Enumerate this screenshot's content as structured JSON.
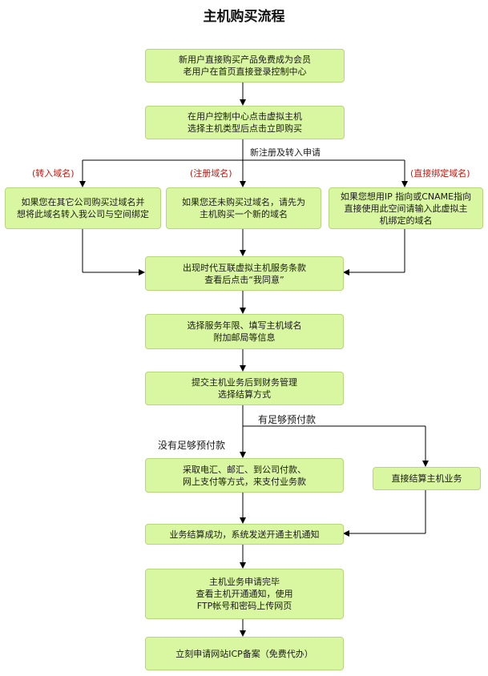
{
  "title": "主机购买流程",
  "steps": {
    "s1": "新用户直接购买产品免费成为会员\n老用户在首页直接登录控制中心",
    "s2": "在用户控制中心点击虚拟主机\n选择主机类型后点击立即购买",
    "b_transfer": "如果您在其它公司购买过域名并\n想将此域名转入我公司与空间绑定",
    "b_register": "如果您还未购买过域名，请先为\n主机购买一个新的域名",
    "b_bind": "如果您想用IP 指向或CNAME指向\n直接使用此空间请输入此虚拟主\n机绑定的域名",
    "s3": "出现时代互联虚拟主机服务条款\n查看后点击“我同意”",
    "s4": "选择服务年限、填写主机域名\n附加邮局等信息",
    "s5": "提交主机业务后到财务管理\n选择结算方式",
    "s6_left": "采取电汇、邮汇、到公司付款、\n网上支付等方式，来支付业务款",
    "s6_right": "直接结算主机业务",
    "s7": "业务结算成功，系统发送开通主机通知",
    "s8": "主机业务申请完毕\n查看主机开通通知，使用\nFTP帐号和密码上传网页",
    "s9": "立刻申请网站ICP备案（免费代办）"
  },
  "labels": {
    "branch": "新注册及转入申请",
    "transfer": "(转入域名)",
    "register": "(注册域名)",
    "bind": "(直接绑定域名)",
    "enough": "有足够预付款",
    "not_enough": "没有足够预付款"
  },
  "colors": {
    "box_fill": "#d9f6a1",
    "box_border": "#b5d77a",
    "branch_label": "#c0180e",
    "line": "#000000"
  }
}
